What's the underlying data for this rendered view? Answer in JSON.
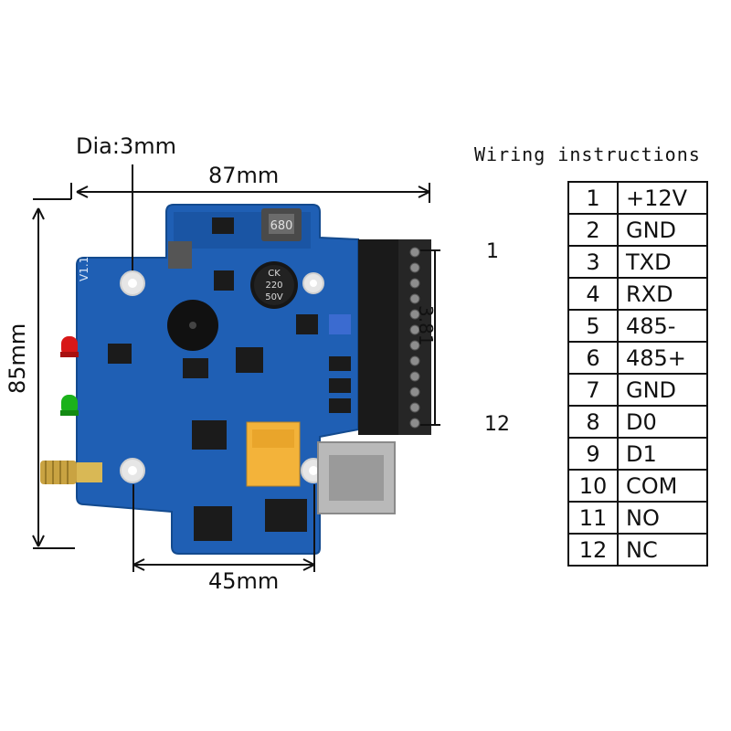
{
  "dimensions": {
    "diameter": "Dia:3mm",
    "width": "87mm",
    "height": "85mm",
    "hole_spacing": "45mm",
    "pitch": "3.81"
  },
  "terminal_labels": {
    "first": "1",
    "last": "12"
  },
  "board_markings": {
    "inductor": "680",
    "capacitor_line1": "CK",
    "capacitor_line2": "220",
    "capacitor_line3": "50V",
    "version": "V1.1"
  },
  "wiring": {
    "title": "Wiring instructions",
    "rows": [
      {
        "pin": "1",
        "signal": "+12V"
      },
      {
        "pin": "2",
        "signal": "GND"
      },
      {
        "pin": "3",
        "signal": "TXD"
      },
      {
        "pin": "4",
        "signal": "RXD"
      },
      {
        "pin": "5",
        "signal": "485-"
      },
      {
        "pin": "6",
        "signal": "485+"
      },
      {
        "pin": "7",
        "signal": "GND"
      },
      {
        "pin": "8",
        "signal": "D0"
      },
      {
        "pin": "9",
        "signal": "D1"
      },
      {
        "pin": "10",
        "signal": "COM"
      },
      {
        "pin": "11",
        "signal": "NO"
      },
      {
        "pin": "12",
        "signal": "NC"
      }
    ]
  },
  "colors": {
    "pcb": "#1f5fb4",
    "pcb_dark": "#17499a",
    "terminal": "#1a1a1a",
    "relay": "#f3b33a",
    "led_red": "#d81818",
    "led_green": "#1bb21b",
    "antenna": "#c9a342",
    "ethernet": "#b9b9b9"
  }
}
